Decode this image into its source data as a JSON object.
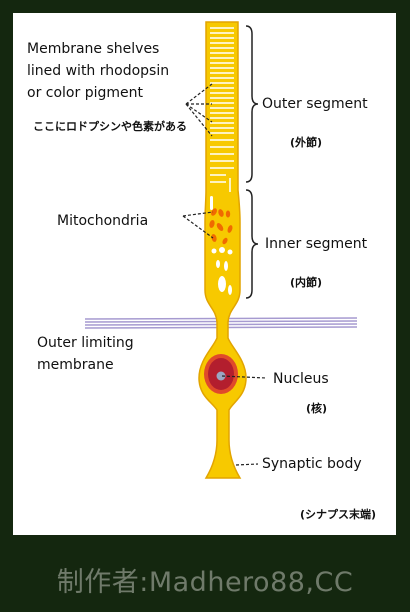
{
  "labels": {
    "membrane_line1": "Membrane shelves",
    "membrane_line2": "lined with rhodopsin",
    "membrane_line3": "or color pigment",
    "membrane_jp": "ここにロドプシンや色素がある",
    "outer_segment": "Outer segment",
    "outer_segment_jp": "(外節)",
    "mitochondria": "Mitochondria",
    "inner_segment": "Inner segment",
    "inner_segment_jp": "(内節)",
    "olm_line1": "Outer limiting",
    "olm_line2": "membrane",
    "nucleus": "Nucleus",
    "nucleus_jp": "(核)",
    "synaptic": "Synaptic body",
    "synaptic_jp": "(シナプス末端)"
  },
  "credit": "制作者:Madhero88,CC",
  "colors": {
    "cell_fill": "#f7c900",
    "cell_edge": "#e2a400",
    "mitochondria": "#f06a00",
    "nucleus_outer": "#e04a2a",
    "nucleus_inner": "#b31e2e",
    "membrane_lines": "#a69ad0",
    "background": "#14270f"
  }
}
